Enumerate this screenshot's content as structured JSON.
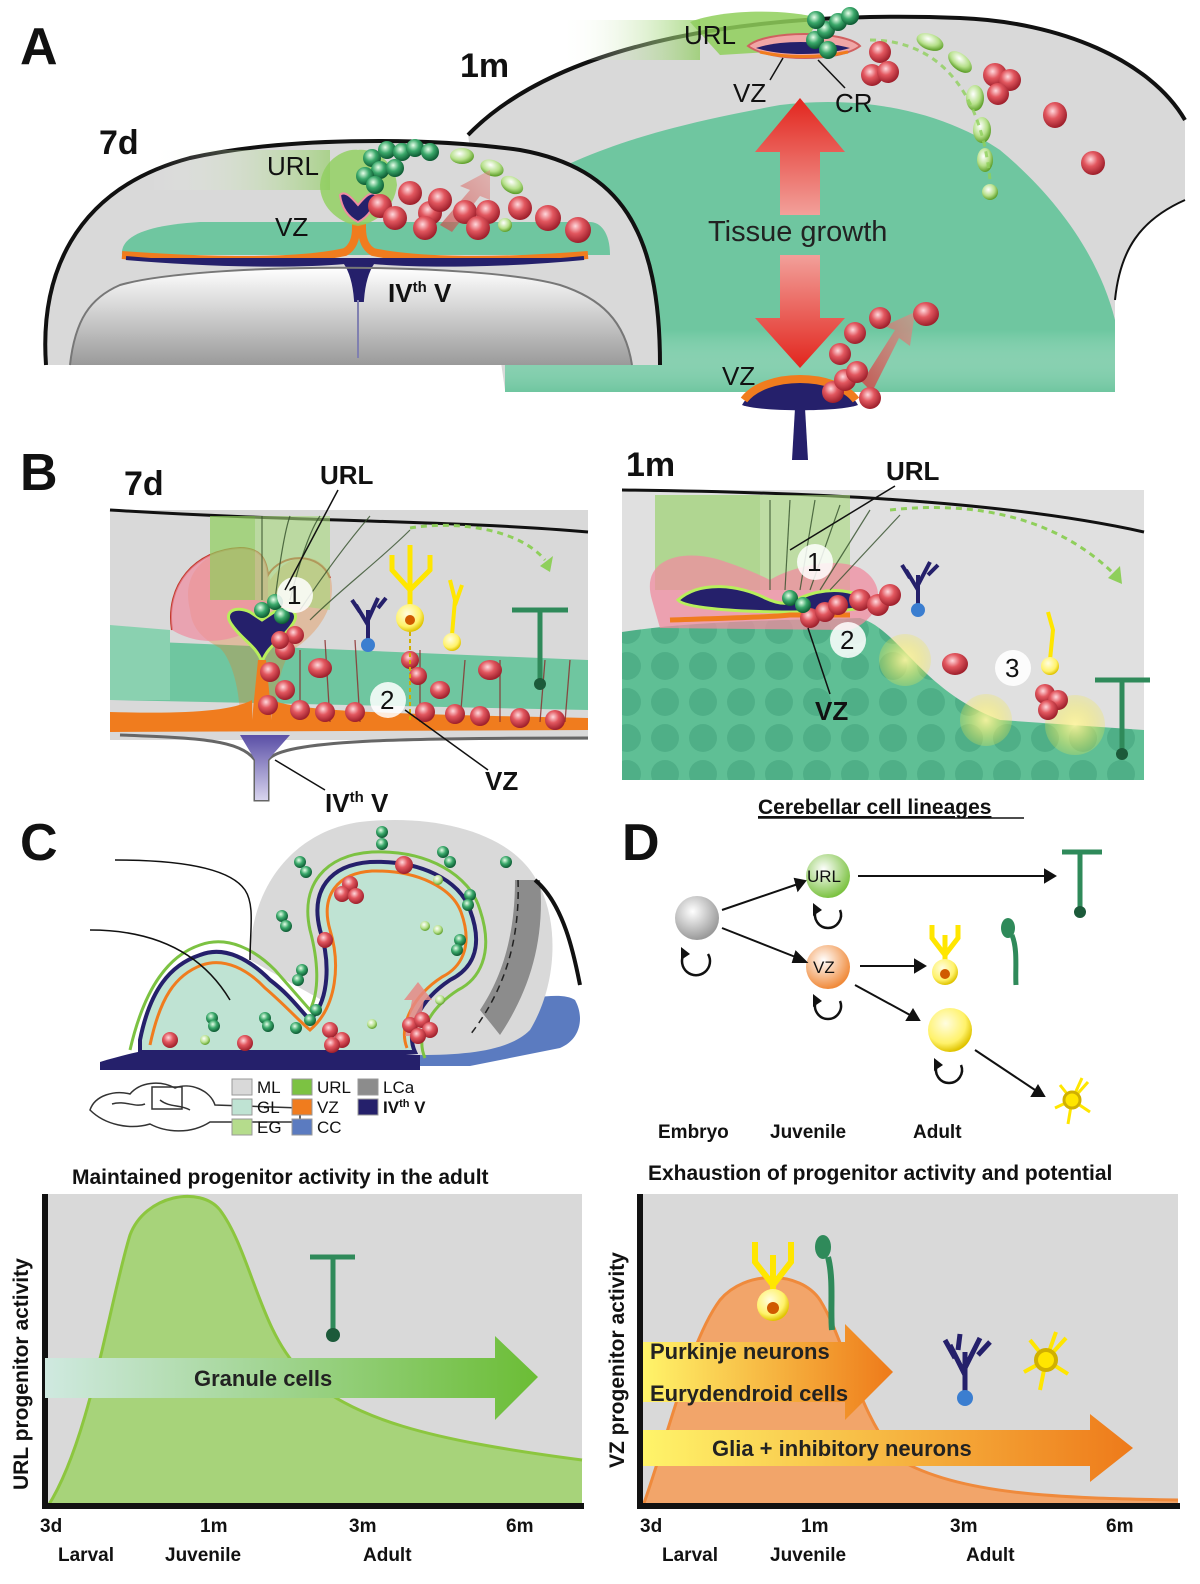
{
  "panels": {
    "A": {
      "letter": "A",
      "age_7d": "7d",
      "age_1m": "1m",
      "url": "URL",
      "vz": "VZ",
      "cr": "CR",
      "ventricle_main": "IV",
      "ventricle_sup": "th",
      "ventricle_tail": " V",
      "tissue_growth": "Tissue growth"
    },
    "B": {
      "letter": "B",
      "age_7d": "7d",
      "age_1m": "1m",
      "url": "URL",
      "vz": "VZ",
      "ventricle_main": "IV",
      "ventricle_sup": "th",
      "ventricle_tail": " V",
      "badges": [
        "1",
        "2",
        "3"
      ]
    },
    "C": {
      "letter": "C",
      "legend": [
        {
          "label": "ML",
          "color": "#d9d9d9"
        },
        {
          "label": "GL",
          "color": "#bfe3d3"
        },
        {
          "label": "EG",
          "color": "#b5dc8c"
        },
        {
          "label": "URL",
          "color": "#7cc242"
        },
        {
          "label": "VZ",
          "color": "#f07c1e"
        },
        {
          "label": "CC",
          "color": "#5b7bc0"
        },
        {
          "label": "LCa",
          "color": "#8c8c8c"
        },
        {
          "label": "IV",
          "color": "#25206b",
          "sup": "th",
          "tail": " V"
        }
      ]
    },
    "D": {
      "letter": "D",
      "title": "Cerebellar cell lineages",
      "nodes": {
        "url": "URL",
        "vz": "VZ"
      },
      "stages": [
        "Embryo",
        "Juvenile",
        "Adult"
      ]
    }
  },
  "chart_data": [
    {
      "type": "area",
      "title": "Maintained progenitor activity in the adult",
      "ylabel": "URL progenitor activity",
      "x_ticks": [
        "3d",
        "1m",
        "3m",
        "6m"
      ],
      "x_stages": [
        "Larval",
        "Juvenile",
        "Adult"
      ],
      "series": [
        {
          "name": "Granule cells",
          "arrow_color": "#7cc242"
        }
      ],
      "curve_color": "#8cc63f"
    },
    {
      "type": "area",
      "title": "Exhaustion of progenitor activity and potential",
      "ylabel": "VZ progenitor activity",
      "x_ticks": [
        "3d",
        "1m",
        "3m",
        "6m"
      ],
      "x_stages": [
        "Larval",
        "Juvenile",
        "Adult"
      ],
      "series": [
        {
          "name": "Purkinje neurons",
          "arrow_color": "#f07c1e"
        },
        {
          "name": "Eurydendroid cells",
          "arrow_color": "#f07c1e"
        },
        {
          "name": "Glia + inhibitory neurons",
          "arrow_color": "#f07c1e"
        }
      ],
      "curve_color": "#ef8a3c"
    }
  ]
}
